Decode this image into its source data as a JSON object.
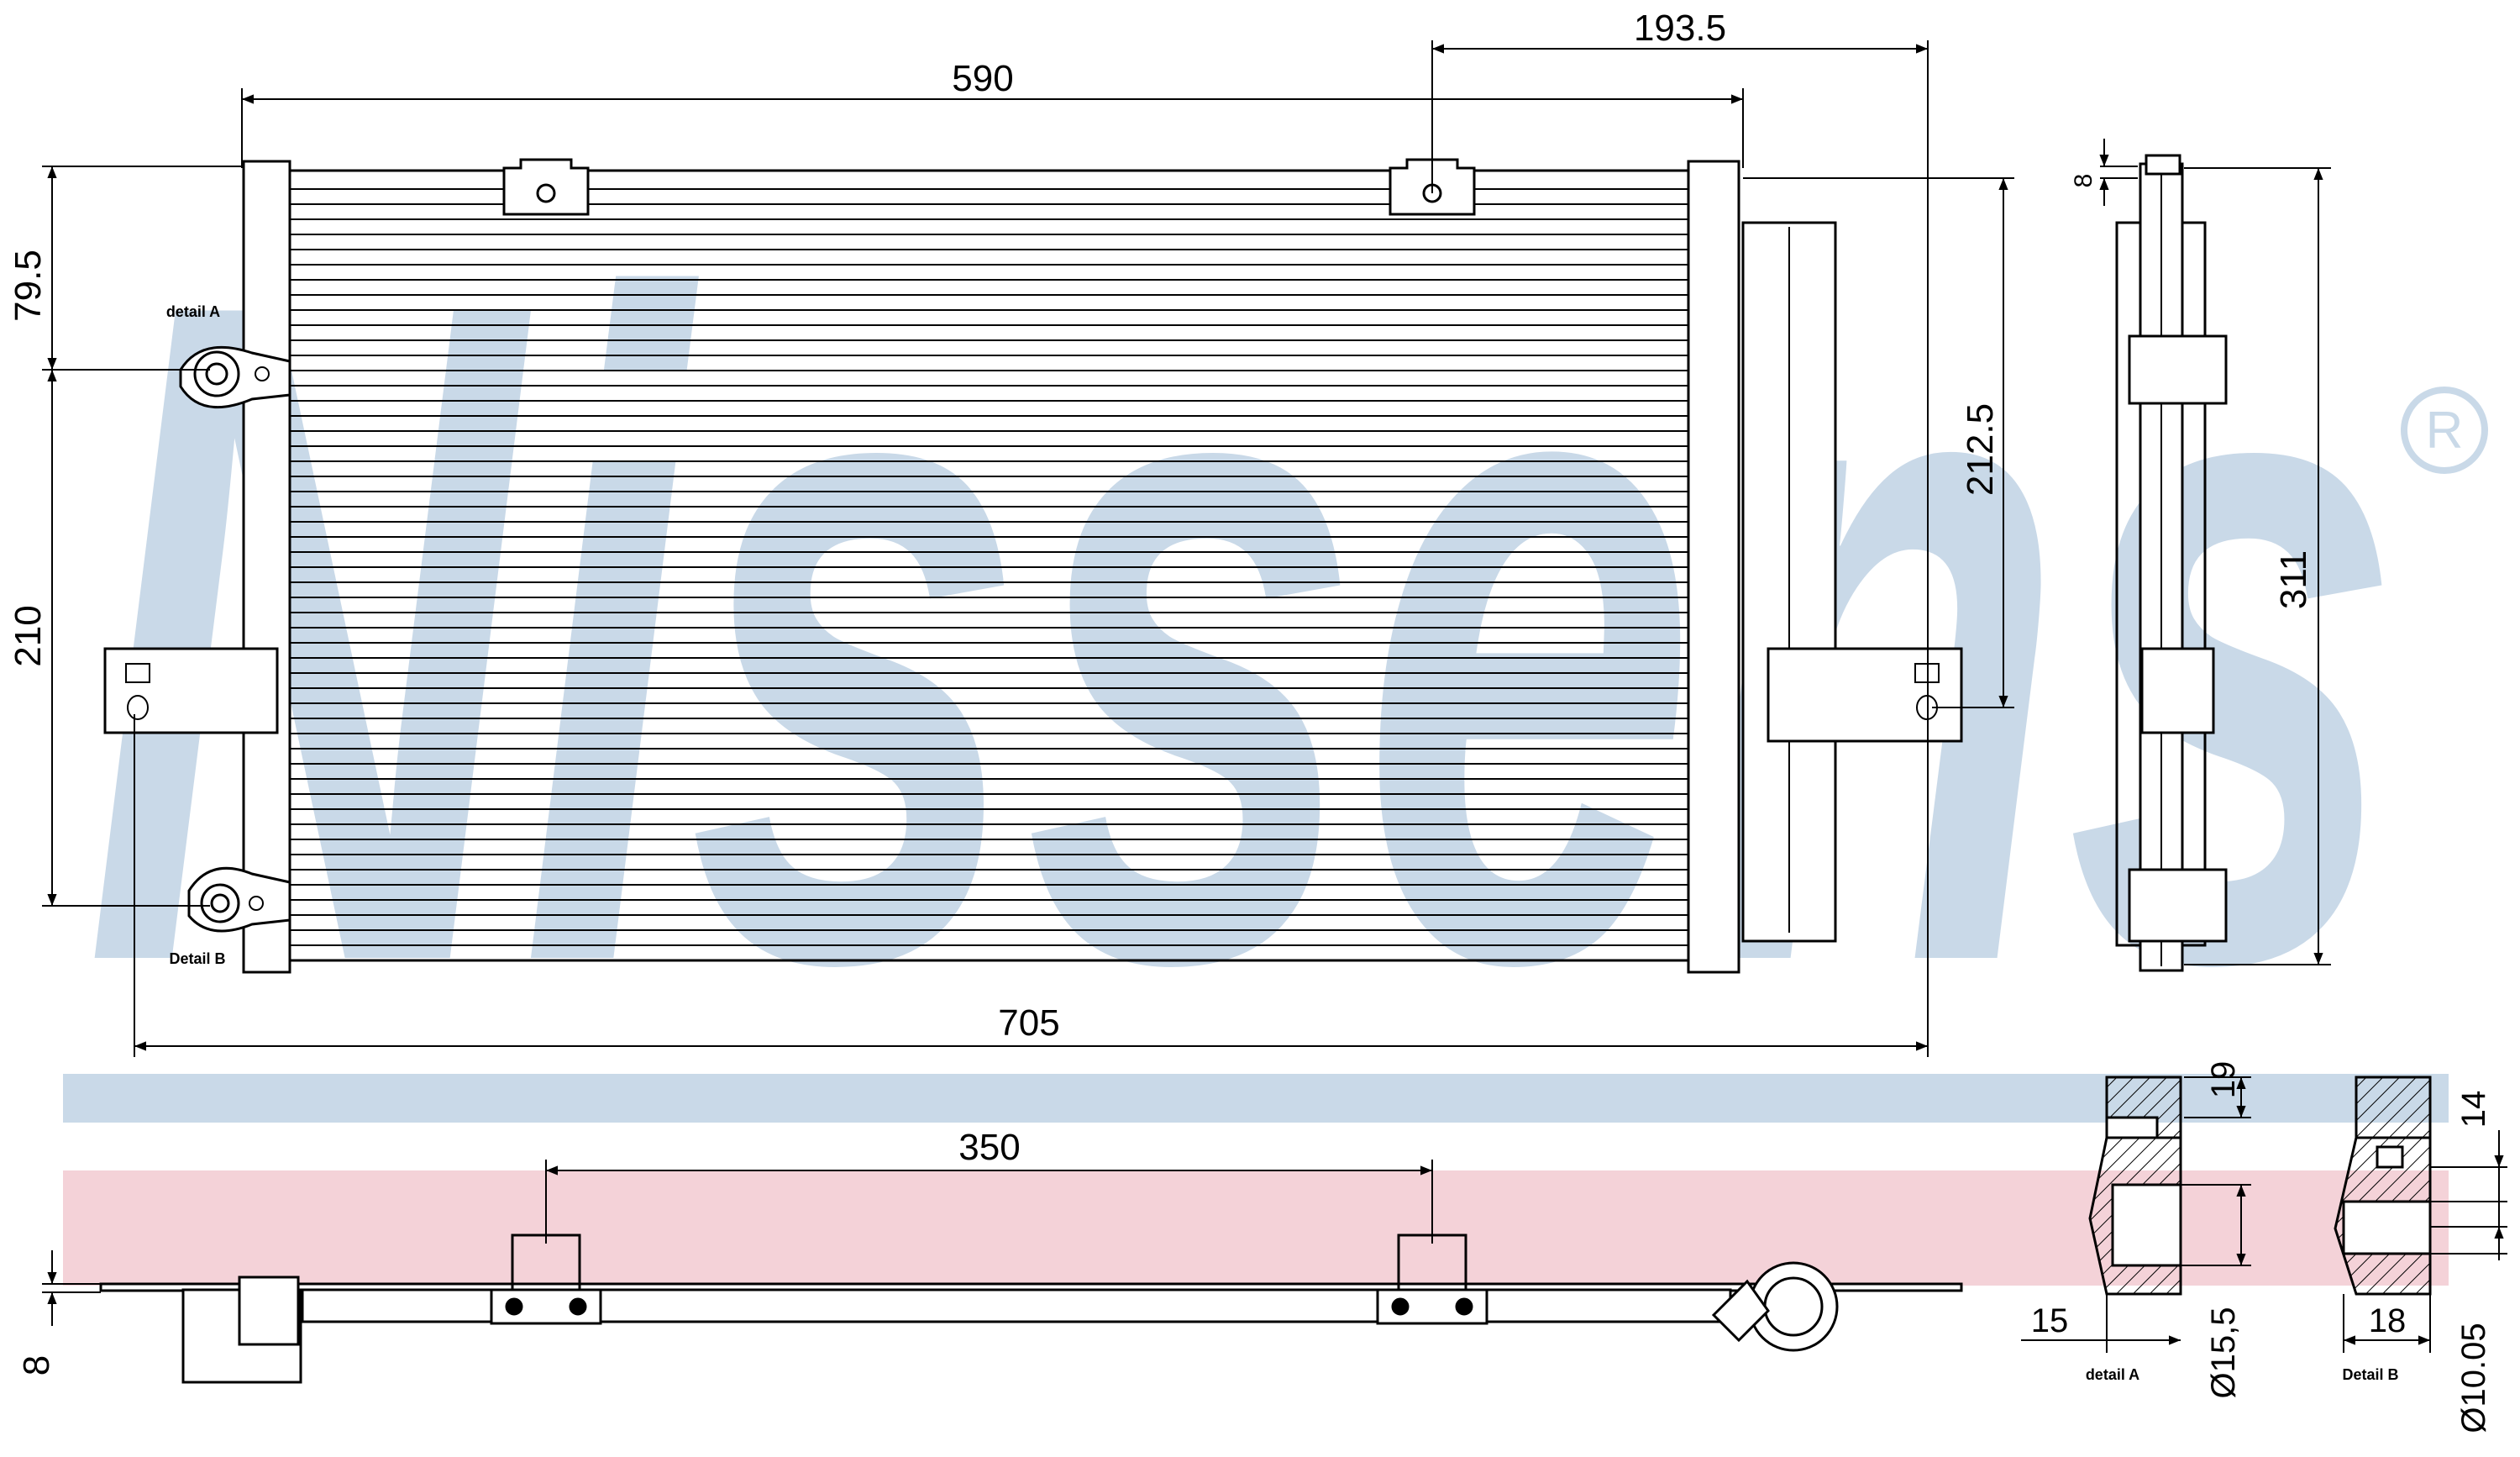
{
  "watermark": {
    "brand_text": "Nissens",
    "registered_mark": "®",
    "color_blue": "#c9d9e8",
    "color_pink": "#f4d2d8"
  },
  "dimensions": {
    "top_width": "590",
    "top_right_offset": "193.5",
    "overall_width": "705",
    "left_upper_height": "79.5",
    "left_lower_height": "210",
    "right_bracket_height": "212.5",
    "side_height": "311",
    "bottom_bracket_spacing": "350",
    "bottom_thickness": "8",
    "side_top_tab": "8"
  },
  "detail_labels": {
    "front_detail_a": "detail A",
    "front_detail_b": "Detail B",
    "section_detail_a": "detail A",
    "section_detail_b": "Detail B"
  },
  "detail_a": {
    "height": "19",
    "depth": "15",
    "diameter": "Ø15,5"
  },
  "detail_b": {
    "height": "14",
    "depth": "18",
    "diameter": "Ø10.05"
  }
}
